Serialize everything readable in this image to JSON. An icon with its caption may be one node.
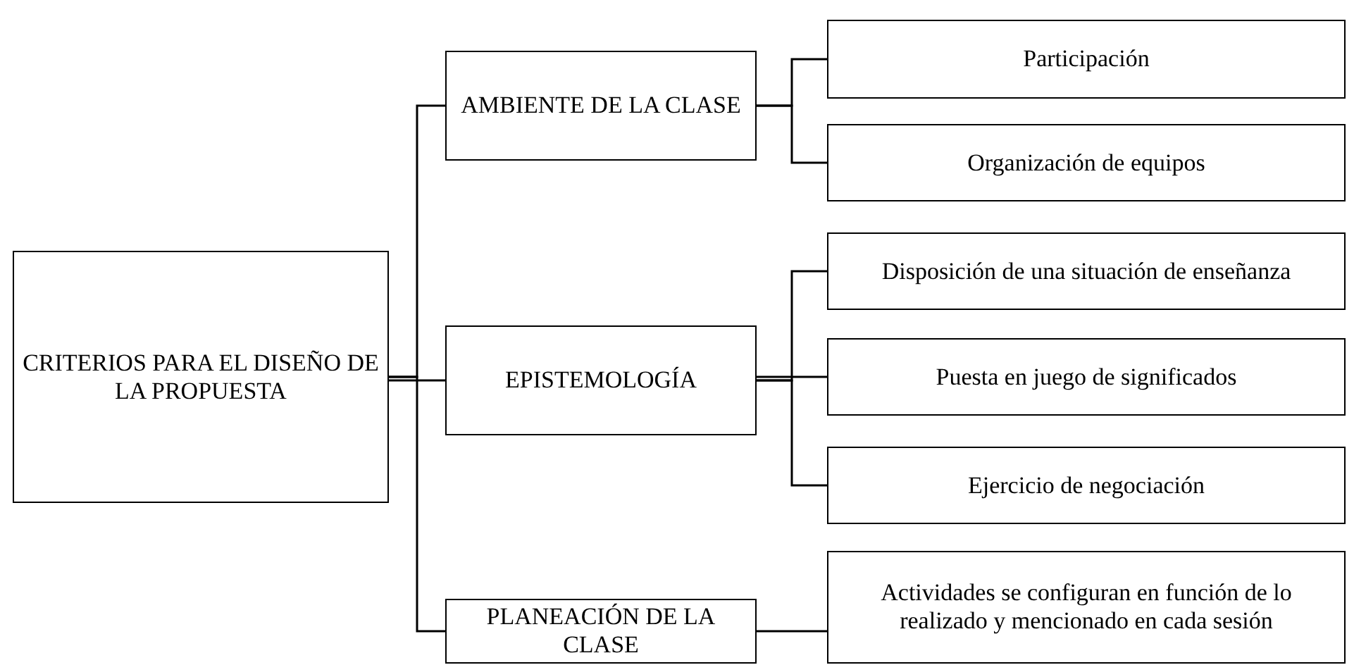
{
  "diagram": {
    "nodes": [
      {
        "text": [
          "CRITERIOS PARA EL DISEÑO DE LA PROPUESTA"
        ]
      },
      {
        "text": [
          "AMBIENTE DE LA CLASE"
        ]
      },
      {
        "text": [
          "EPISTEMOLOGÍA"
        ]
      },
      {
        "text": [
          "PLANEACIÓN DE LA CLASE"
        ]
      },
      {
        "text": [
          "Participación"
        ]
      },
      {
        "text": [
          "Organización de equipos"
        ]
      },
      {
        "text": [
          "Disposición de una situación de enseñanza"
        ]
      },
      {
        "text": [
          "Puesta en juego de significados"
        ]
      },
      {
        "text": [
          "Ejercicio de negociación"
        ]
      },
      {
        "text": [
          "Actividades se configuran en función de lo realizado y mencionado en cada sesión"
        ]
      }
    ],
    "edges": [
      {
        "from": 0,
        "to": 1,
        "arrow": "none"
      },
      {
        "from": 0,
        "to": 2,
        "arrow": "none"
      },
      {
        "from": 0,
        "to": 3,
        "arrow": "none"
      },
      {
        "from": 1,
        "to": 4,
        "arrow": "none"
      },
      {
        "from": 1,
        "to": 5,
        "arrow": "none"
      },
      {
        "from": 2,
        "to": 6,
        "arrow": "none"
      },
      {
        "from": 2,
        "to": 7,
        "arrow": "none"
      },
      {
        "from": 2,
        "to": 8,
        "arrow": "none"
      },
      {
        "from": 3,
        "to": 9,
        "arrow": "none"
      }
    ]
  }
}
